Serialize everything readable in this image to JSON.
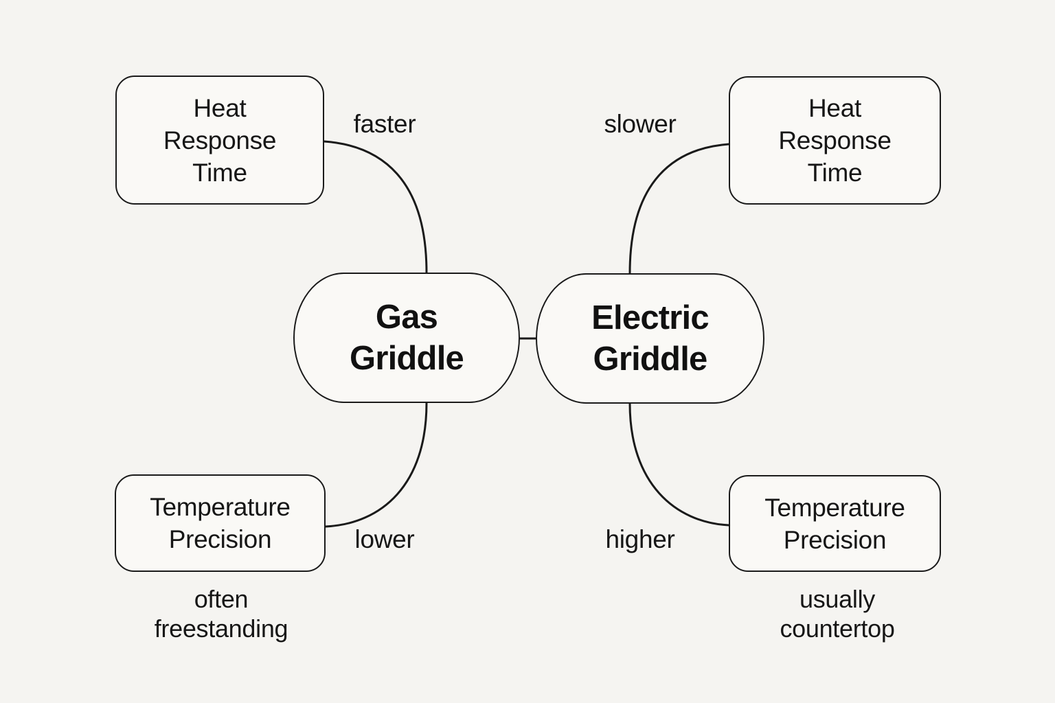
{
  "title": "Gas Griddle vs Electric Griddle comparison mind map",
  "colors": {
    "background": "#f5f4f1",
    "shape_fill": "#faf9f6",
    "stroke": "#1a1a1a",
    "text": "#161616"
  },
  "center_nodes": [
    {
      "id": "gas-griddle",
      "label": "Gas\nGriddle"
    },
    {
      "id": "electric-griddle",
      "label": "Electric\nGriddle"
    }
  ],
  "attribute_boxes": [
    {
      "id": "heat-response-time-gas",
      "label": "Heat\nResponse\nTime"
    },
    {
      "id": "heat-response-time-electric",
      "label": "Heat\nResponse\nTime"
    },
    {
      "id": "temperature-precision-gas",
      "label": "Temperature\nPrecision"
    },
    {
      "id": "temperature-precision-electric",
      "label": "Temperature\nPrecision"
    }
  ],
  "edge_labels": [
    {
      "id": "faster",
      "text": "faster"
    },
    {
      "id": "slower",
      "text": "slower"
    },
    {
      "id": "lower",
      "text": "lower"
    },
    {
      "id": "higher",
      "text": "higher"
    }
  ],
  "annotations": [
    {
      "id": "gas-note",
      "text": "often\nfreestanding"
    },
    {
      "id": "electric-note",
      "text": "usually\ncountertop"
    }
  ]
}
